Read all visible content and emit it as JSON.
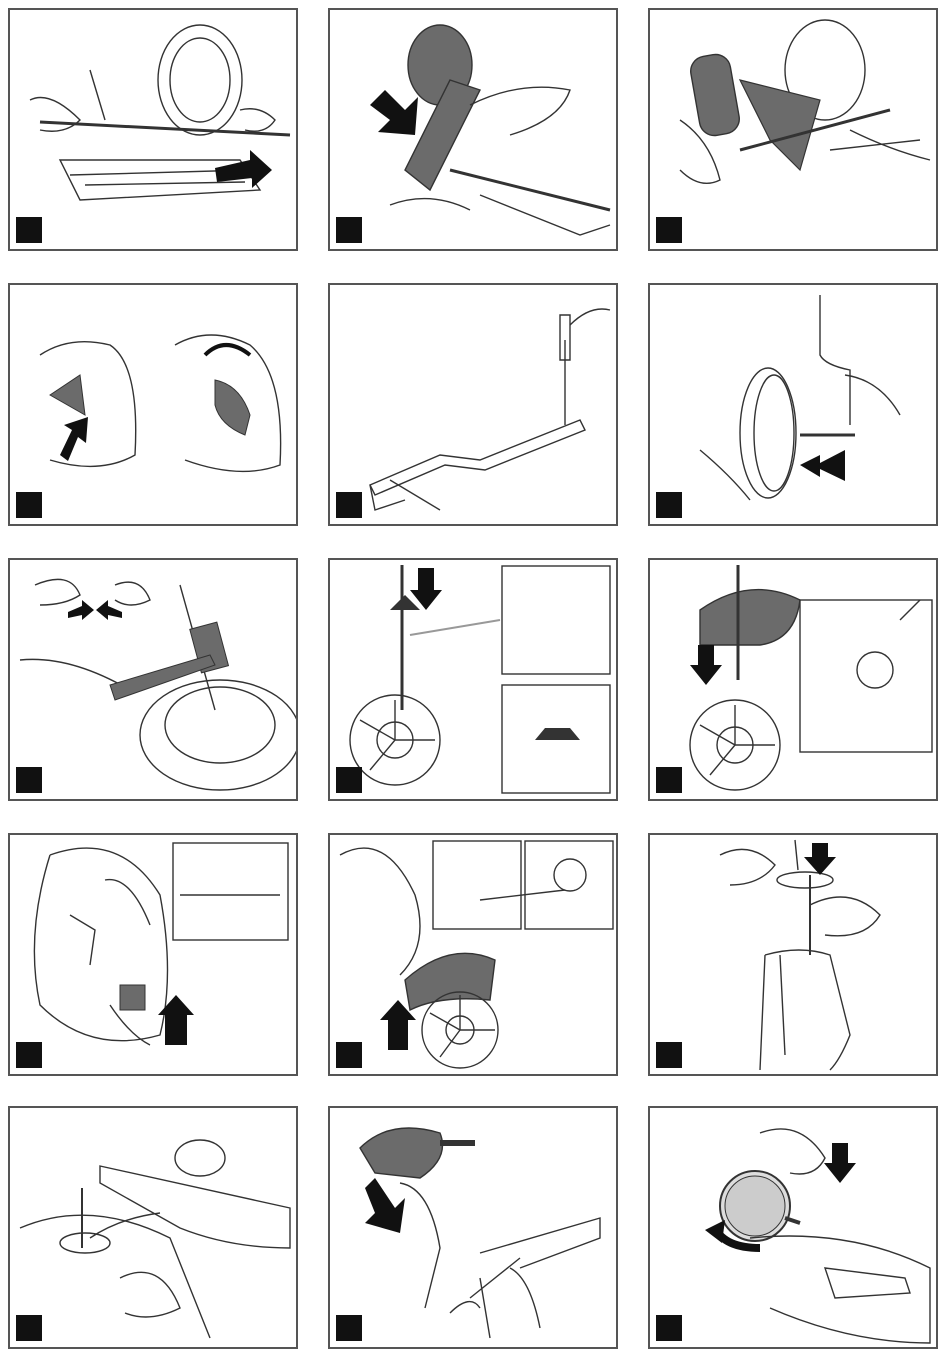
{
  "page": {
    "title": "",
    "panel_count": 15
  },
  "panels": [
    {
      "step": "",
      "illustration": "rear-axle-insert"
    },
    {
      "step": "",
      "illustration": "training-wheel-bracket"
    },
    {
      "step": "",
      "illustration": "training-wheel-axle"
    },
    {
      "step": "",
      "illustration": "side-cover-clip"
    },
    {
      "step": "",
      "illustration": "fork-screw"
    },
    {
      "step": "",
      "illustration": "front-wheel-axle"
    },
    {
      "step": "",
      "illustration": "hub-cap-hammer"
    },
    {
      "step": "",
      "illustration": "fork-collar-insert"
    },
    {
      "step": "",
      "illustration": "front-fender-mount"
    },
    {
      "step": "",
      "illustration": "front-light-connector"
    },
    {
      "step": "",
      "illustration": "body-onto-fork"
    },
    {
      "step": "",
      "illustration": "steering-column-cables"
    },
    {
      "step": "",
      "illustration": "handlebar-wiring"
    },
    {
      "step": "",
      "illustration": "handlebar-screw"
    },
    {
      "step": "",
      "illustration": "mirror-mount"
    }
  ],
  "colors": {
    "frame": "#555555",
    "line": "#333333",
    "shade": "#6b6b6b",
    "badge": "#111111"
  }
}
